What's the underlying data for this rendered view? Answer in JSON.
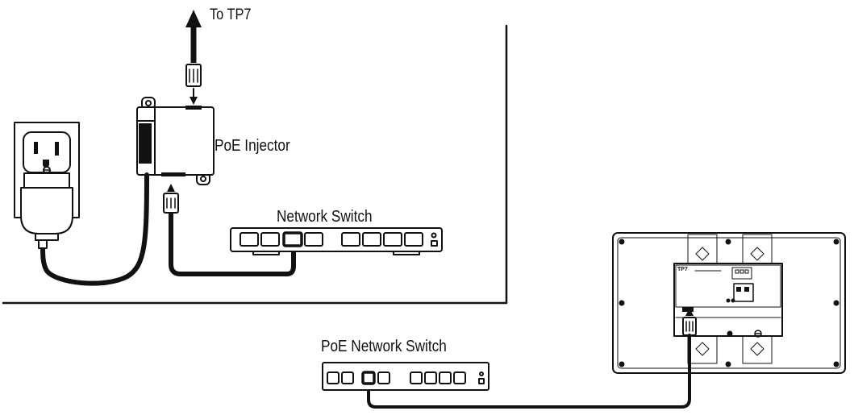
{
  "labels": {
    "to_tp7": "To TP7",
    "poe_injector": "PoE Injector",
    "network_switch": "Network Switch",
    "poe_network_switch": "PoE Network Switch",
    "tp7_badge": "TP7"
  }
}
